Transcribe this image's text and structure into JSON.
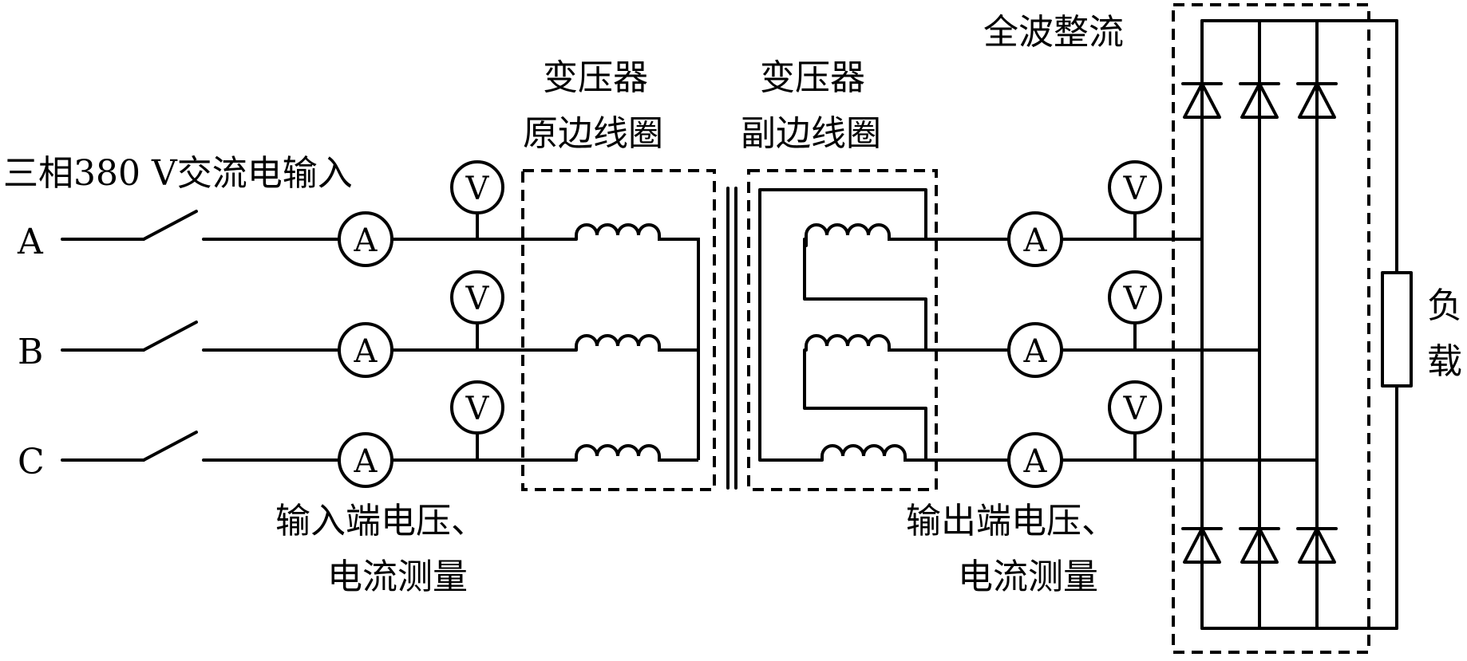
{
  "labels": {
    "input_title": "三相380 V交流电输入",
    "primary_line1": "变压器",
    "primary_line2": "原边线圈",
    "secondary_line1": "变压器",
    "secondary_line2": "副边线圈",
    "rectifier": "全波整流",
    "input_measure_line1": "输入端电压、",
    "input_measure_line2": "电流测量",
    "output_measure_line1": "输出端电压、",
    "output_measure_line2": "电流测量",
    "load_line1": "负",
    "load_line2": "载"
  },
  "phases": [
    "A",
    "B",
    "C"
  ],
  "meters": {
    "ammeter": "A",
    "voltmeter": "V"
  }
}
